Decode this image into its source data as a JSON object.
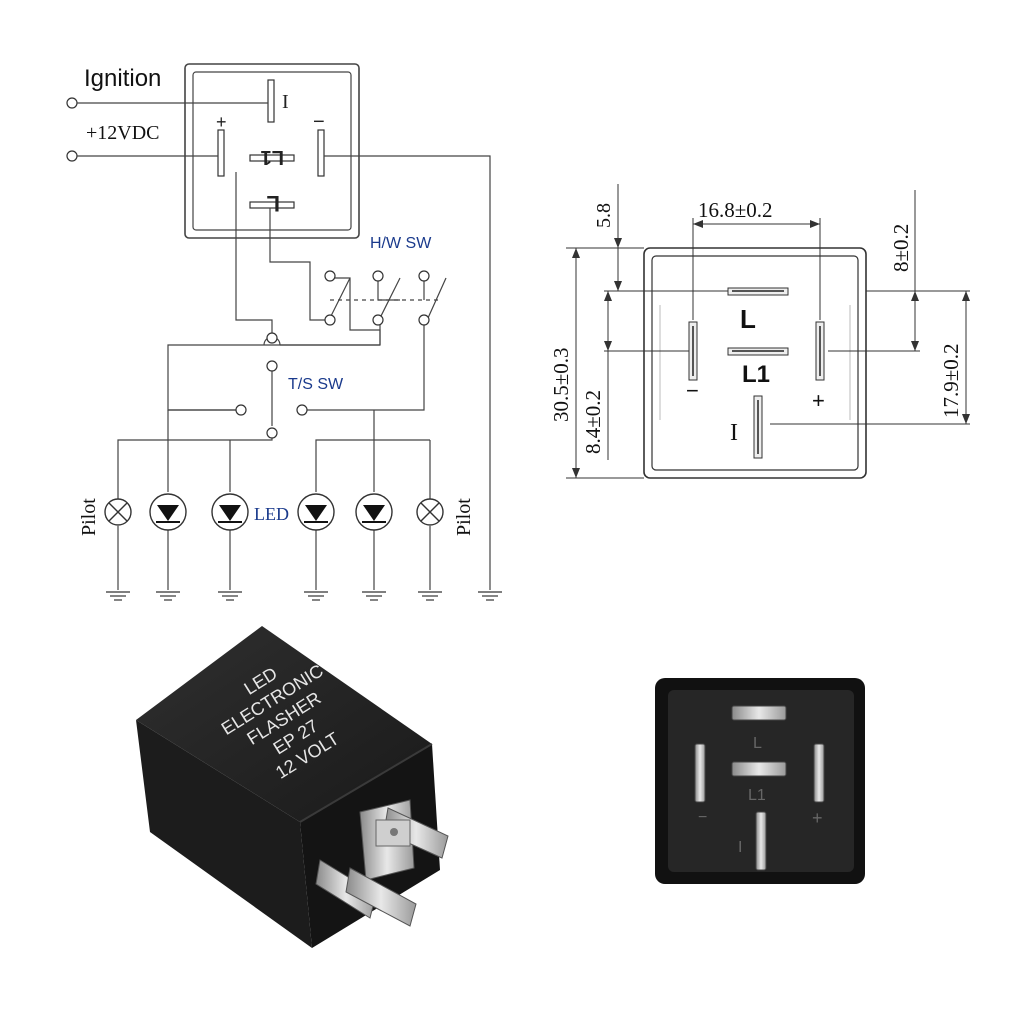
{
  "wiring": {
    "ignition_label": "Ignition",
    "supply_label": "+12VDC",
    "pin_I": "I",
    "pin_plus": "+",
    "pin_minus": "−",
    "pin_L1_mirrored": "L1",
    "pin_L_mirrored": "L",
    "hw_switch_label": "H/W SW",
    "ts_switch_label": "T/S SW",
    "led_label": "LED",
    "pilot_left": "Pilot",
    "pilot_right": "Pilot",
    "accent_color": "#1a3a8c"
  },
  "dimensions": {
    "width_top": "16.8±0.2",
    "top_offset": "5.8",
    "right_offset": "8±0.2",
    "height_total": "30.5±0.3",
    "left_offset": "8.4±0.2",
    "right_span": "17.9±0.2",
    "pin_L": "L",
    "pin_L1": "L1",
    "pin_minus": "−",
    "pin_plus": "+",
    "pin_I": "I"
  },
  "product_photo": {
    "lines": [
      "LED",
      "ELECTRONIC",
      "FLASHER",
      "EP 27",
      "12 VOLT"
    ]
  },
  "bottom_photo": {
    "pin_L": "L",
    "pin_L1": "L1",
    "pin_minus": "−",
    "pin_plus": "+",
    "pin_I": "I"
  }
}
